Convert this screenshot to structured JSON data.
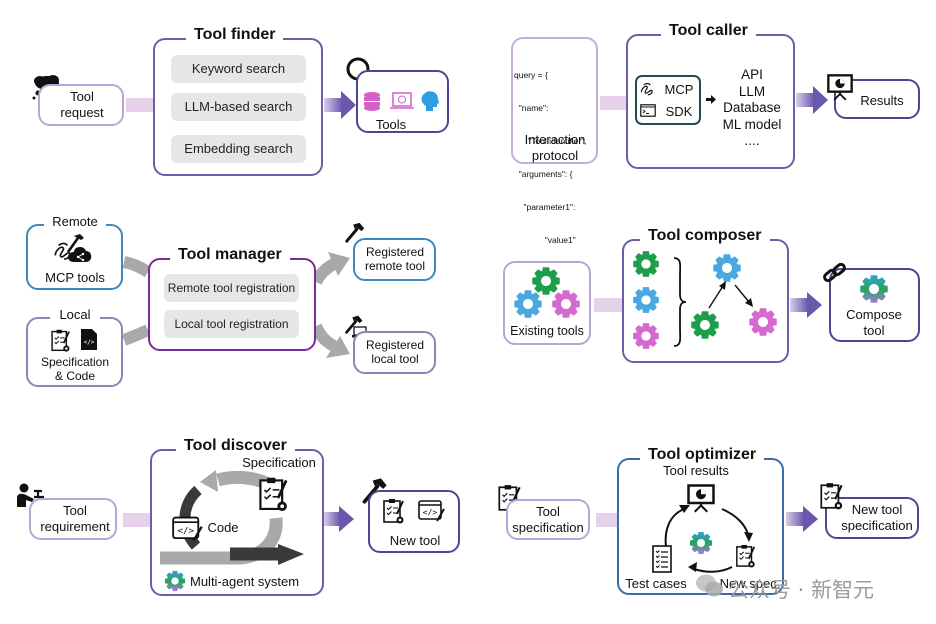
{
  "colors": {
    "purple_dark": "#5b4f9e",
    "purple_light": "#b9a6d6",
    "blue": "#3f88b9",
    "magenta": "#7a2a9a",
    "gear_green": "#1e9e4a",
    "gear_blue": "#4aa8e0",
    "gear_pink": "#d46ad0",
    "arrow_gray": "#aaaaaa"
  },
  "panels": {
    "tool_finder": {
      "title": "Tool finder",
      "input": {
        "label_line1": "Tool",
        "label_line2": "request",
        "icon": "thought-cloud-icon"
      },
      "methods": [
        "Keyword search",
        "LLM-based search",
        "Embedding search"
      ],
      "output": {
        "label": "Tools",
        "icons": [
          "search-icon",
          "database-icon",
          "laptop-icon",
          "brain-icon"
        ]
      }
    },
    "tool_caller": {
      "title": "Tool caller",
      "input": {
        "code_lines": [
          "query = {",
          "  \"name\":",
          "      \"Tool identifier\",",
          "  \"arguments\": {",
          "    \"parameter1\":",
          "             \"value1\"",
          "  }",
          "}"
        ],
        "label_line1": "Interaction",
        "label_line2": "protocol"
      },
      "protocols": [
        "MCP",
        "SDK"
      ],
      "targets": [
        "API",
        "LLM",
        "Database",
        "ML model",
        "...."
      ],
      "output": {
        "label": "Results",
        "icon": "presentation-chart-icon"
      }
    },
    "tool_manager": {
      "title": "Tool manager",
      "remote": {
        "heading": "Remote",
        "label": "MCP tools"
      },
      "local": {
        "heading": "Local",
        "label_line1": "Specification",
        "label_line2": "& Code"
      },
      "steps": [
        "Remote tool registration",
        "Local tool registration"
      ],
      "outputs": [
        {
          "label_line1": "Registered",
          "label_line2": "remote tool"
        },
        {
          "label_line1": "Registered",
          "label_line2": "local tool"
        }
      ]
    },
    "tool_composer": {
      "title": "Tool composer",
      "input": {
        "label": "Existing tools"
      },
      "output": {
        "label_line1": "Compose",
        "label_line2": "tool"
      }
    },
    "tool_discover": {
      "title": "Tool discover",
      "input": {
        "label_line1": "Tool",
        "label_line2": "requirement"
      },
      "cycle": {
        "spec_label": "Specification",
        "code_label": "Code",
        "system_label": "Multi-agent system"
      },
      "output": {
        "label": "New tool"
      }
    },
    "tool_optimizer": {
      "title": "Tool optimizer",
      "input": {
        "label_line1": "Tool",
        "label_line2": "specification"
      },
      "cycle": {
        "results_label": "Tool results",
        "test_label": "Test cases",
        "spec_label": "New spec."
      },
      "output": {
        "label_line1": "New tool",
        "label_line2": "specification"
      }
    }
  },
  "watermark": "公众号 · 新智元"
}
